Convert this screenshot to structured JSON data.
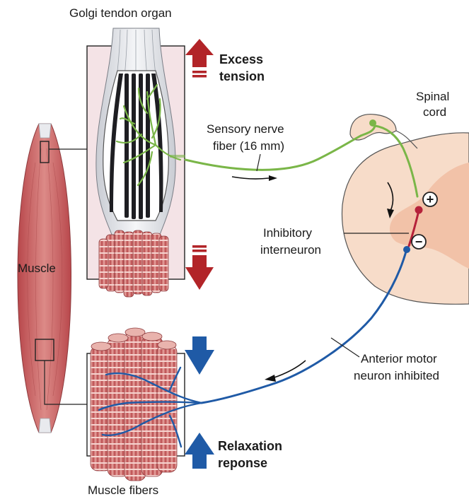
{
  "labels": {
    "golgi_tendon_organ": "Golgi tendon organ",
    "excess_tension_line1": "Excess",
    "excess_tension_line2": "tension",
    "spinal_cord_line1": "Spinal",
    "spinal_cord_line2": "cord",
    "sensory_nerve_line1": "Sensory nerve",
    "sensory_nerve_line2": "fiber (16 mm)",
    "muscle": "Muscle",
    "inhibitory_line1": "Inhibitory",
    "inhibitory_line2": "interneuron",
    "anterior_line1": "Anterior motor",
    "anterior_line2": "neuron inhibited",
    "relaxation_line1": "Relaxation",
    "relaxation_line2": "reponse",
    "muscle_fibers": "Muscle fibers",
    "plus_sign": "+",
    "minus_sign": "−"
  },
  "colors": {
    "muscle_red": "#c8575a",
    "tension_arrow_red": "#b22428",
    "relax_arrow_blue": "#1f5aa6",
    "sensory_green": "#7ab648",
    "interneuron_red": "#b5213a",
    "motor_blue": "#1f5aa6",
    "spinal_cord_beige": "#f7dcc9",
    "gray_matter": "#f2c2a8",
    "tendon_box_pink": "#f4e3e6"
  }
}
